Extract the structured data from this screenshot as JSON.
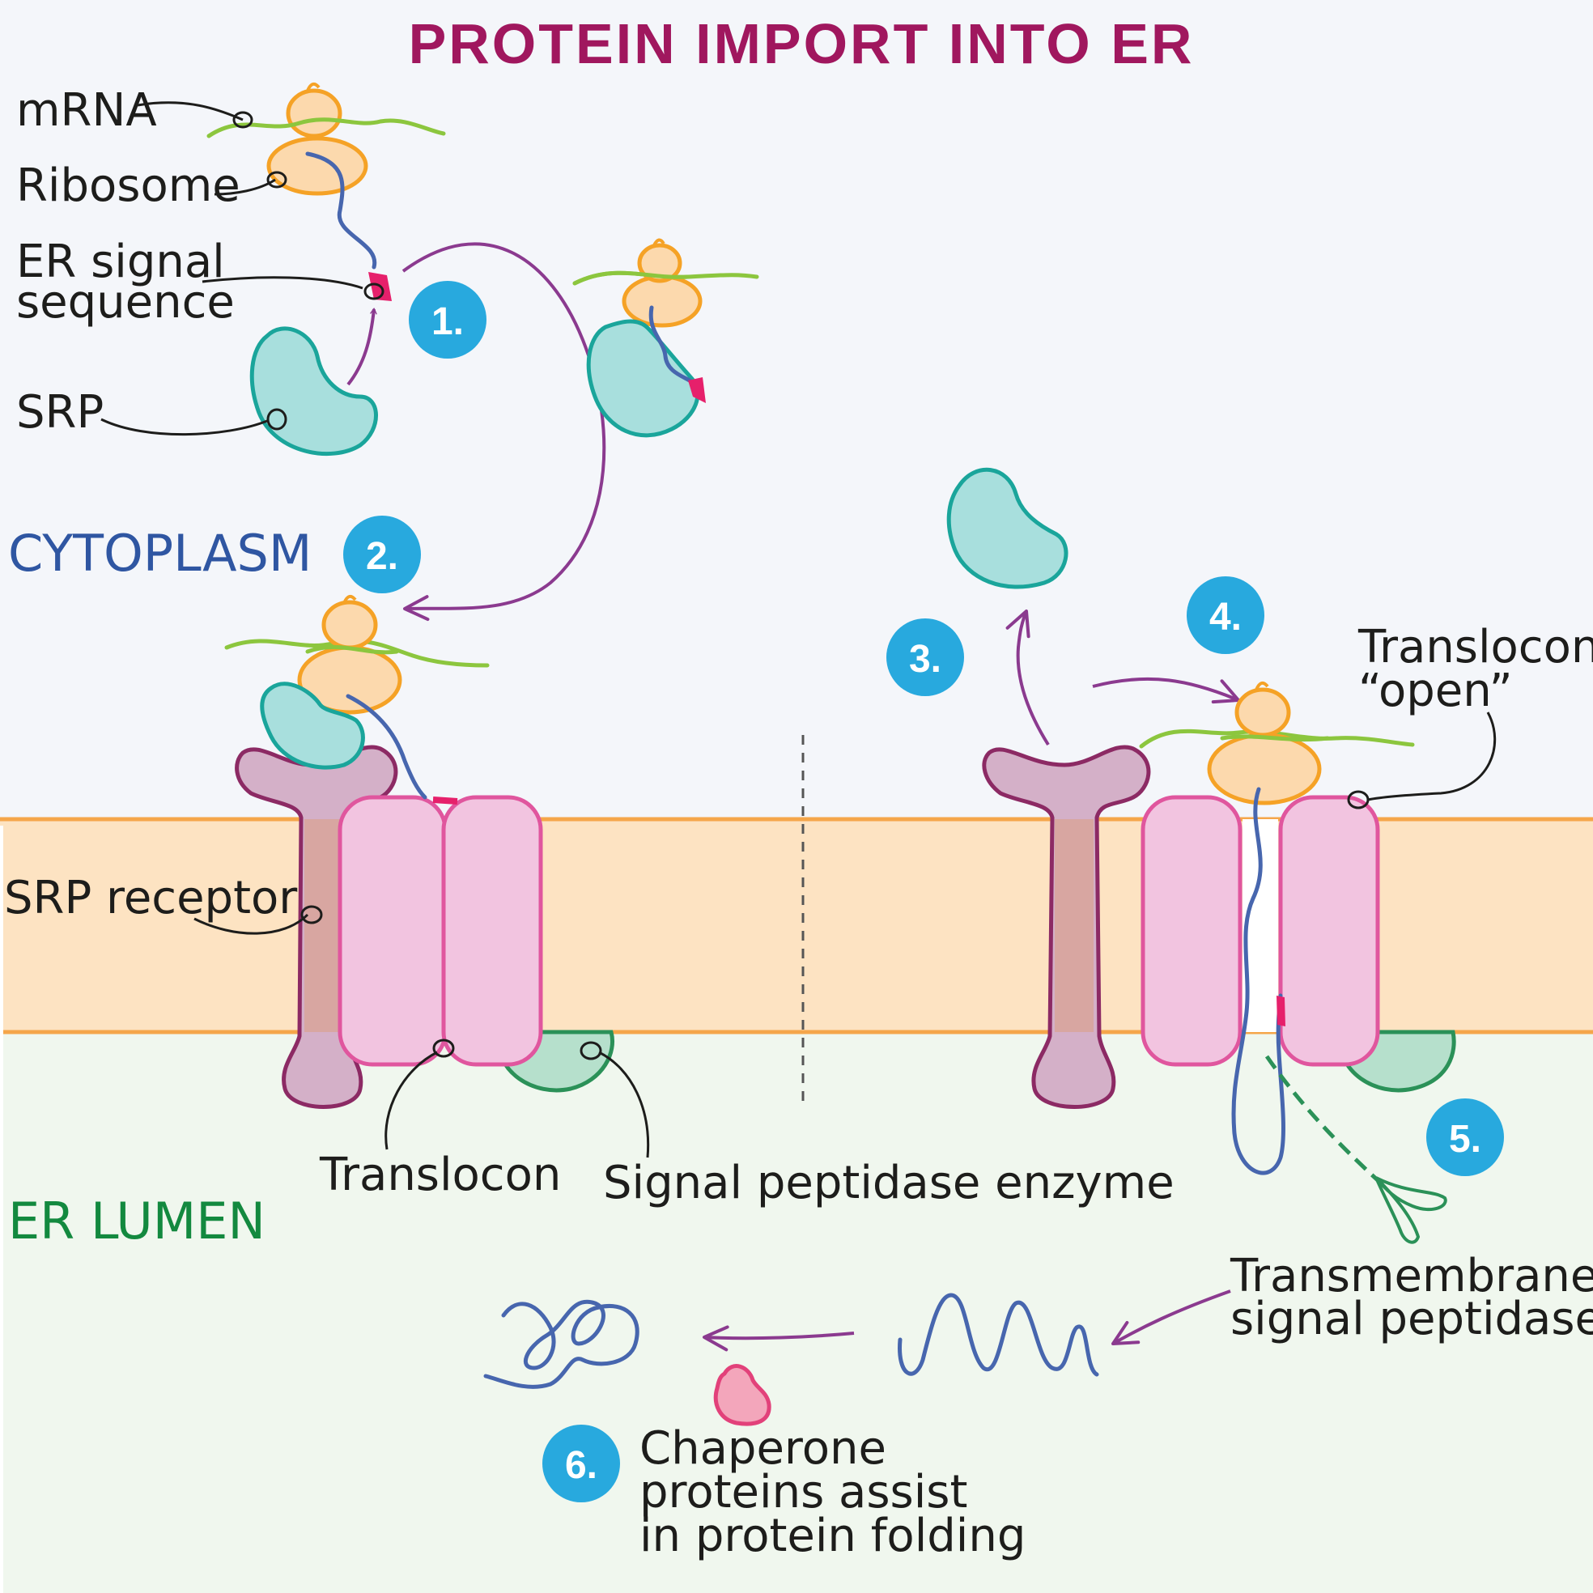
{
  "title": "PROTEIN IMPORT INTO ER",
  "regions": {
    "cytoplasm": "CYTOPLASM",
    "er_lumen": "ER LUMEN"
  },
  "labels": {
    "mrna": "mRNA",
    "ribosome": "Ribosome",
    "er_signal_line1": "ER signal",
    "er_signal_line2": "sequence",
    "srp": "SRP",
    "srp_receptor": "SRP receptor",
    "translocon": "Translocon",
    "signal_peptidase": "Signal peptidase enzyme",
    "translocon_open_line1": "Translocon",
    "translocon_open_line2": "“open”",
    "transmembrane_line1": "Transmembrane",
    "transmembrane_line2": "signal peptidase",
    "chaperone_line1": "Chaperone",
    "chaperone_line2": "proteins assist",
    "chaperone_line3": "in protein folding"
  },
  "steps": [
    "1.",
    "2.",
    "3.",
    "4.",
    "5.",
    "6."
  ],
  "colors": {
    "title": "#a0175e",
    "cytoplasm_text": "#2f56a2",
    "er_lumen_text": "#13893f",
    "membrane": "#fde3c2",
    "membrane_edge": "#f5a64a",
    "step_badge": "#28a9de",
    "arrow": "#8b3a8f",
    "srp": "#a8dfdd",
    "srp_edge": "#1aa59b",
    "ribosome": "#fcd9ad",
    "ribosome_edge": "#f5a226",
    "mrna": "#8cc63e",
    "peptide": "#4766ae",
    "signal_seq": "#e6206b",
    "translocon": "#f2c4e0",
    "translocon_edge": "#e0569e",
    "srp_receptor": "#d4b0c8",
    "srp_receptor_edge": "#8c2a64",
    "peptidase": "#b6e0cc",
    "peptidase_edge": "#2b9158",
    "chaperone": "#f3a6bb",
    "chaperone_edge": "#e2417a"
  }
}
